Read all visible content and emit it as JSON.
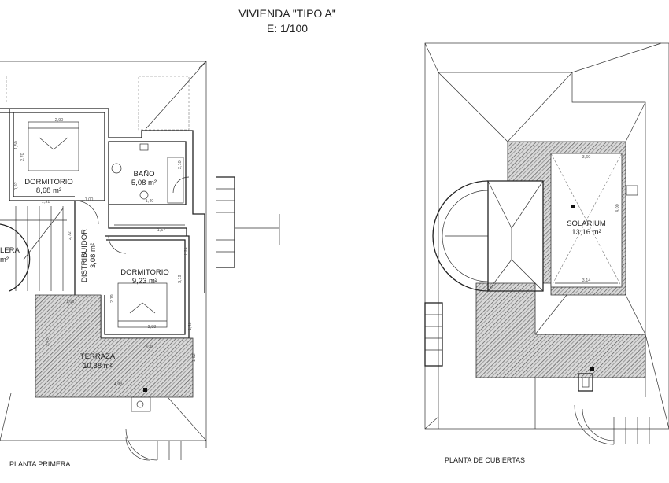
{
  "header": {
    "title": "VIVIENDA \"TIPO A\"",
    "scale": "E: 1/100"
  },
  "planta_primera": {
    "caption": "PLANTA PRIMERA",
    "rooms": {
      "dormitorio_1": {
        "name": "DORMITORIO",
        "area": "8,68 m²"
      },
      "bano": {
        "name": "BAÑO",
        "area": "5,08 m²"
      },
      "distribuidor": {
        "name": "DISTRIBUIDOR",
        "area": "3,08 m²"
      },
      "dormitorio_2": {
        "name": "DORMITORIO",
        "area": "9,23 m²"
      },
      "terraza": {
        "name": "TERRAZA",
        "area": "10,38 m²"
      },
      "escalera": {
        "name": "LERA",
        "area": "m²"
      }
    },
    "dimensions": [
      "2,90",
      "1,50",
      "2,70",
      "0,92",
      "1,91",
      "1,00",
      "1,40",
      "2,10",
      "1,57",
      "2,72",
      "1,24",
      "3,19",
      "2,19",
      "2,88",
      "1,89",
      "2,45",
      "3,45",
      "4,98",
      "1,68",
      "1,92"
    ]
  },
  "planta_cubiertas": {
    "caption": "PLANTA DE CUBIERTAS",
    "rooms": {
      "solarium": {
        "name": "SOLARIUM",
        "area": "13,16 m²"
      }
    },
    "dimensions": [
      "3,60",
      "3,14",
      "4,00"
    ]
  }
}
